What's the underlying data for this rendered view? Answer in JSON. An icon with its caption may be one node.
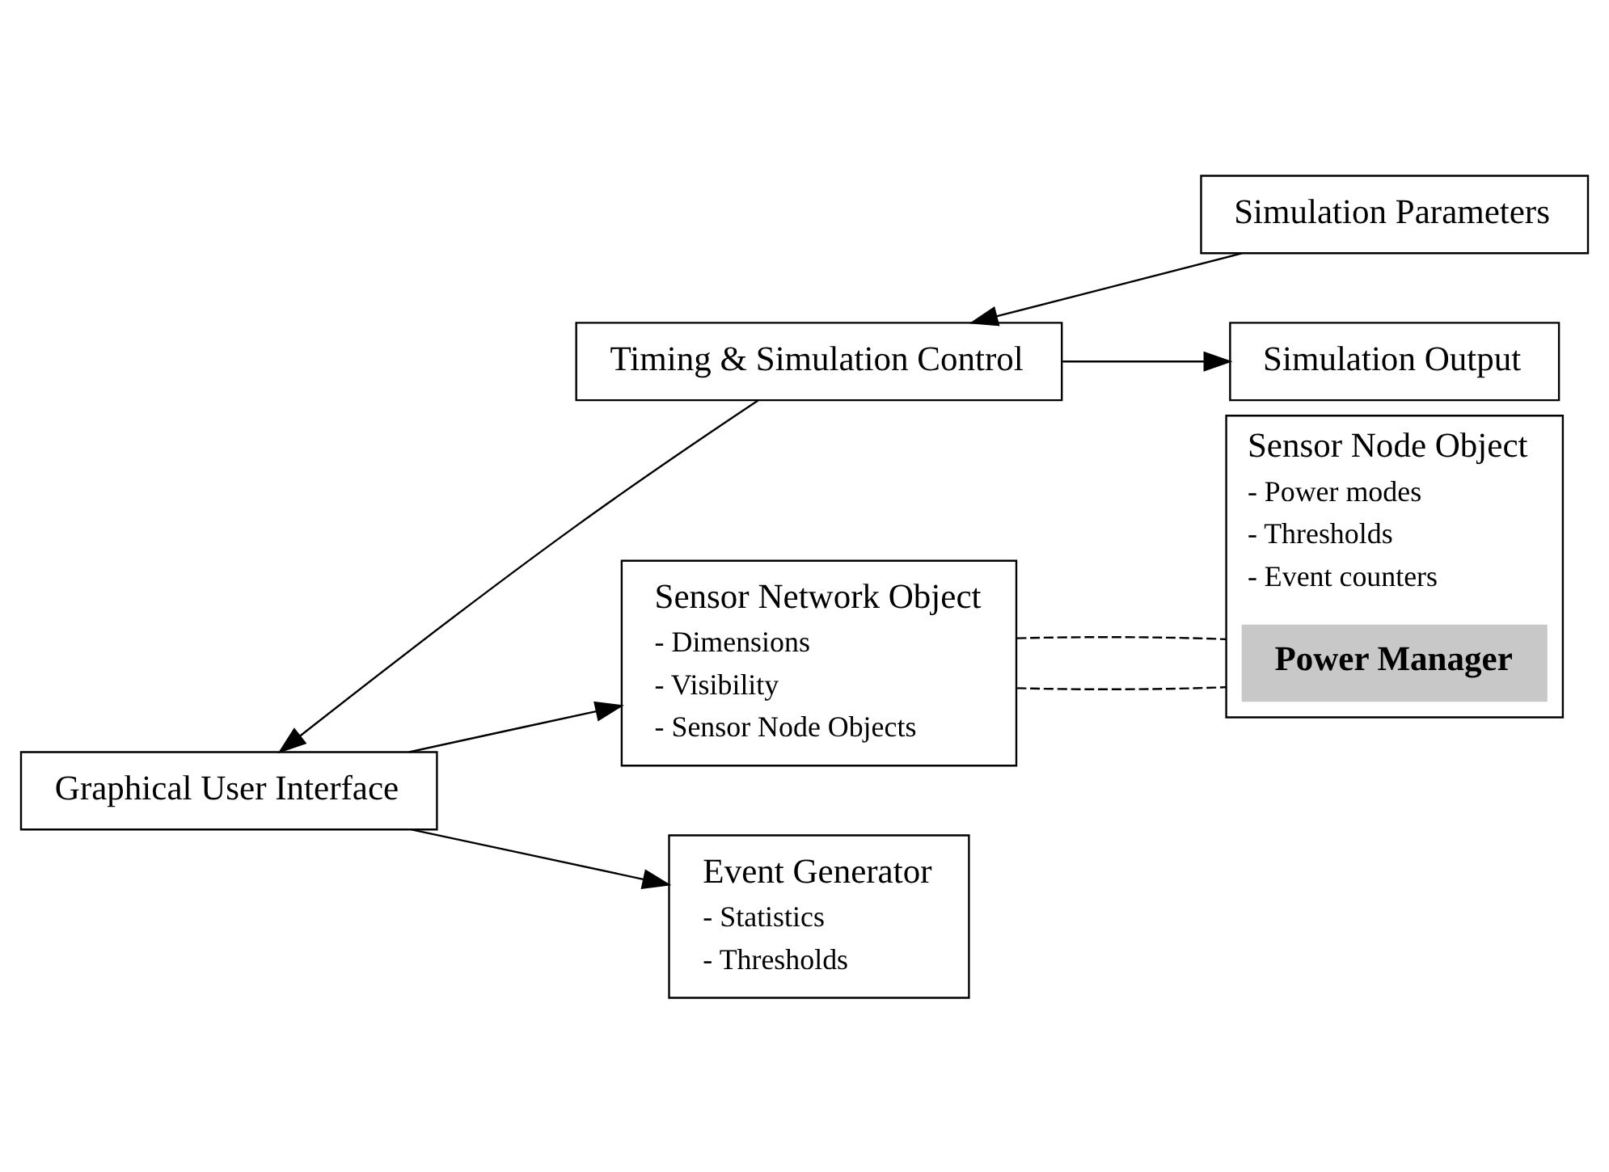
{
  "diagram": {
    "nodes": [
      {
        "text": [
          "Simulation Parameters"
        ]
      },
      {
        "text": [
          "Timing & Simulation Control"
        ]
      },
      {
        "text": [
          "Simulation Output"
        ]
      },
      {
        "text": [
          "Graphical User Interface"
        ]
      },
      {
        "text": [
          "Sensor Network Object",
          "- Dimensions",
          "- Visibility",
          "- Sensor Node Objects"
        ]
      },
      {
        "text": [
          "Sensor Node Object",
          "- Power modes",
          "- Thresholds",
          "- Event counters"
        ]
      },
      {
        "text": [
          "Power Manager"
        ],
        "in": 5
      },
      {
        "text": [
          "Event Generator",
          "- Statistics",
          "- Thresholds"
        ]
      }
    ],
    "edges": [
      {
        "from": 0,
        "to": 1,
        "arrow": "to"
      },
      {
        "from": 1,
        "to": 2,
        "arrow": "to"
      },
      {
        "from": 1,
        "to": 3,
        "arrow": "to"
      },
      {
        "from": 3,
        "to": 4,
        "arrow": "to"
      },
      {
        "from": 3,
        "to": 7,
        "arrow": "to"
      },
      {
        "from": 4,
        "to": 5,
        "arrow": "none",
        "style": "dashed"
      },
      {
        "from": 4,
        "to": 5,
        "arrow": "none",
        "style": "dashed"
      }
    ]
  }
}
